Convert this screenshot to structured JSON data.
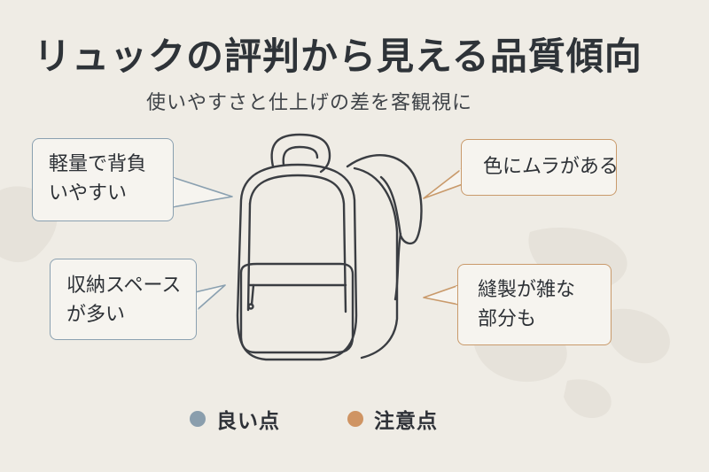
{
  "title": "リュックの評判から見える品質傾向",
  "subtitle": "使いやすさと仕上げの差を客観視に",
  "bubbles": {
    "light": {
      "kind": "good",
      "lines": [
        "軽量で背負",
        "いやすい"
      ]
    },
    "storage": {
      "kind": "good",
      "lines": [
        "収納スペース",
        "が多い"
      ]
    },
    "color": {
      "kind": "bad",
      "lines": [
        "色にムラがある"
      ]
    },
    "sewing": {
      "kind": "bad",
      "lines": [
        "縫製が雑な",
        "部分も"
      ]
    }
  },
  "legend": [
    {
      "label": "良い点",
      "color": "#8a9ead"
    },
    {
      "label": "注意点",
      "color": "#cf9463"
    }
  ],
  "colors": {
    "background": "#efece5",
    "good_border": "#8aa0b0",
    "bad_border": "#c99a6b",
    "outline": "#3a3d42"
  },
  "icons": [
    "backpack-illustration",
    "world-map-background"
  ]
}
